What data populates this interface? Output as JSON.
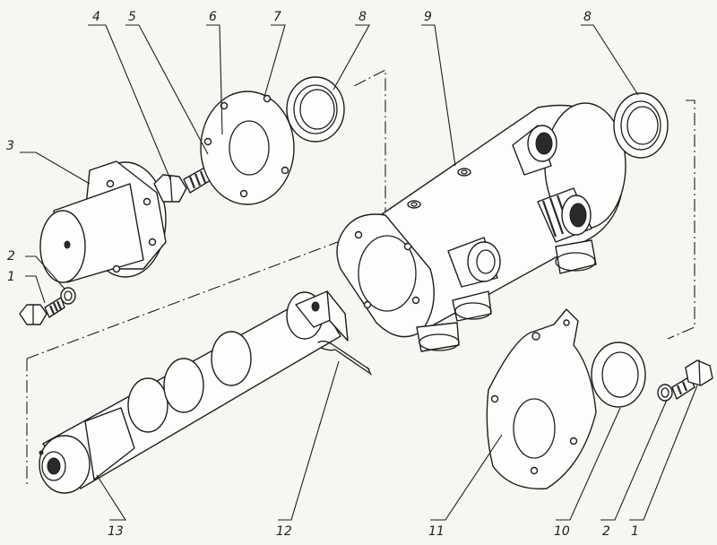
{
  "callouts": [
    {
      "label": "1"
    },
    {
      "label": "2"
    },
    {
      "label": "3"
    },
    {
      "label": "4"
    },
    {
      "label": "5"
    },
    {
      "label": "6"
    },
    {
      "label": "7"
    },
    {
      "label": "8"
    },
    {
      "label": "9"
    },
    {
      "label": "8"
    },
    {
      "label": "13"
    },
    {
      "label": "12"
    },
    {
      "label": "11"
    },
    {
      "label": "10"
    },
    {
      "label": "2"
    },
    {
      "label": "1"
    }
  ]
}
